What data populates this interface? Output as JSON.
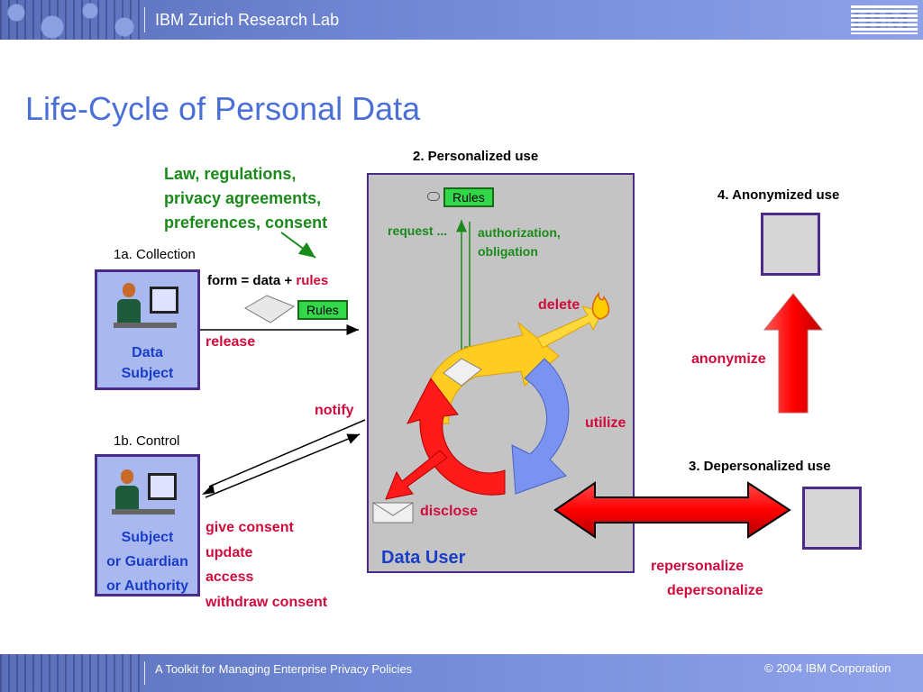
{
  "header": {
    "title": "IBM Zurich Research Lab",
    "logo": "IBM"
  },
  "page": {
    "title": "Life-Cycle of Personal Data"
  },
  "footer": {
    "left": "A Toolkit for Managing Enterprise Privacy Policies",
    "right": "© 2004 IBM Corporation"
  },
  "diagram": {
    "law_lines": [
      "Law, regulations,",
      "privacy agreements,",
      "preferences, consent"
    ],
    "collection": {
      "title": "1a. Collection",
      "box_lines": [
        "Data",
        "Subject"
      ],
      "form_prefix": "form = data + ",
      "form_rules": "rules",
      "release": "release",
      "rules_tag": "Rules"
    },
    "control": {
      "title": "1b. Control",
      "box_lines": [
        "Subject",
        "or Guardian",
        "or Authority"
      ],
      "notify": "notify",
      "actions": [
        "give consent",
        "update",
        "access",
        "withdraw consent"
      ]
    },
    "personalized": {
      "title": "2. Personalized use",
      "rules_tag": "Rules",
      "request": "request ...",
      "auth_lines": [
        "authorization,",
        "obligation"
      ],
      "delete": "delete",
      "utilize": "utilize",
      "disclose": "disclose",
      "box_label": "Data User"
    },
    "depersonalized": {
      "title": "3. Depersonalized use",
      "repersonalize": "repersonalize",
      "depersonalize": "depersonalize"
    },
    "anonymized": {
      "title": "4. Anonymized use",
      "anonymize": "anonymize"
    }
  },
  "colors": {
    "title_blue": "#4a6fd6",
    "green_text": "#1a8a1a",
    "red_text": "#d10a3c",
    "box_blue": "#a9b8ee",
    "box_border": "#4a2a8a"
  }
}
